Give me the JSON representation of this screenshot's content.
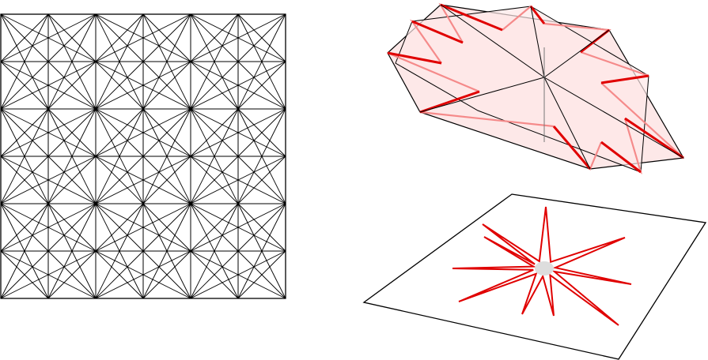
{
  "figure": {
    "panels": [
      {
        "id": "crease-pattern",
        "kind": "square-grid",
        "cells": 6
      },
      {
        "id": "folded-form",
        "kind": "star-3d",
        "points": 8
      },
      {
        "id": "base-plane",
        "kind": "star-projection",
        "points": 10
      }
    ],
    "colors": {
      "line": "#000000",
      "edge_highlight": "#e00000",
      "fold_light": "#f58a8a",
      "face_fill": "#fde8e8",
      "star_fill": "#ffffff",
      "center_fill": "#dddddd"
    }
  }
}
